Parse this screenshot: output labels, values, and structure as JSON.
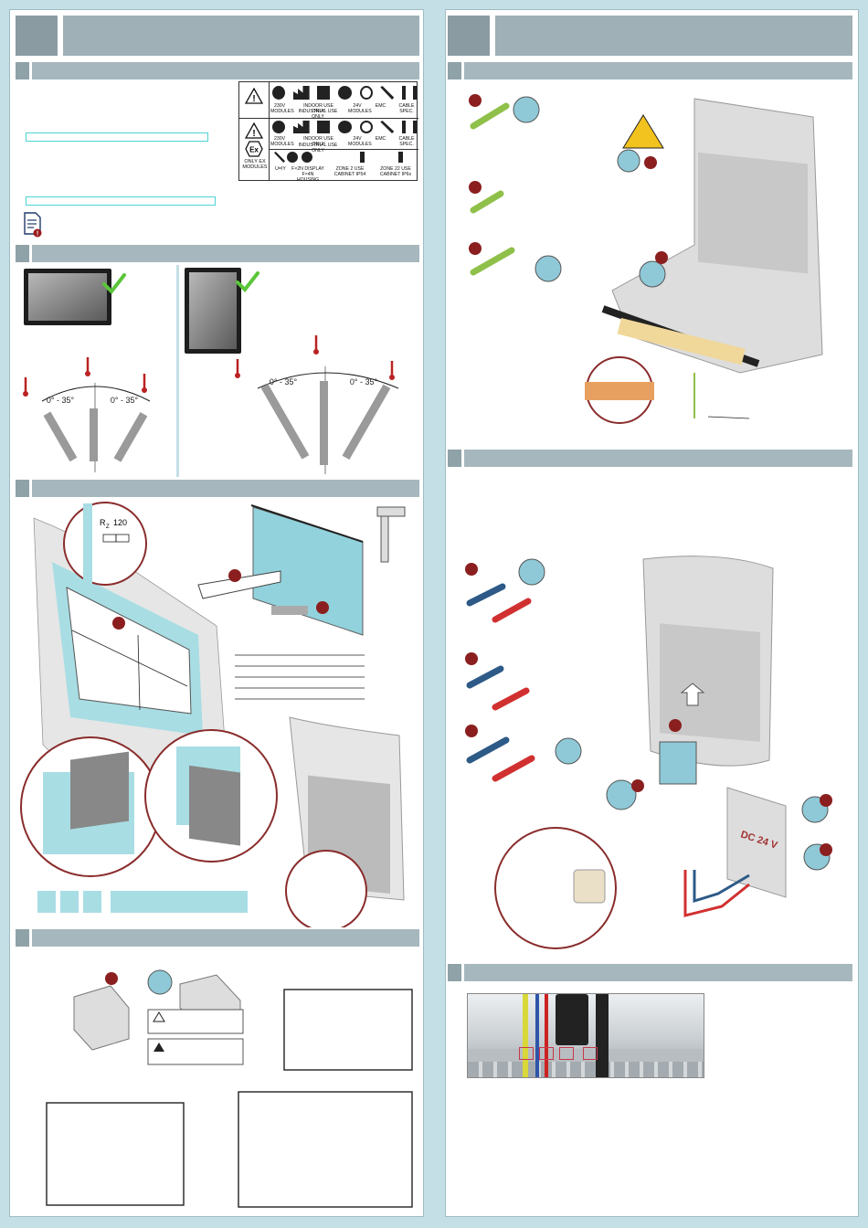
{
  "label_table": {
    "row1": [
      "230V MODULES",
      "INDOOR USE ONLY",
      "INDUSTRIAL USE ONLY",
      "24V MODULES",
      "EMC",
      "CABLE SPEC."
    ],
    "row2": [
      "230V MODULES",
      "INDOOR USE ONLY",
      "INDUSTRIAL USE ONLY",
      "24V MODULES",
      "EMC",
      "CABLE SPEC."
    ],
    "ex_note": "ONLY EX MODULES",
    "row3": [
      "U=IY",
      "F×2N DISPLAY",
      "F×4N HOUSING",
      "ZONE 2 USE CABINET IP54",
      "ZONE 22 USE CABINET IP6x"
    ]
  },
  "mounting": {
    "angle_left": "0° - 35°",
    "angle_right": "0° - 35°",
    "angle_portrait_left": "0° - 35°",
    "angle_portrait_right": "0° - 35°"
  },
  "cutout": {
    "roughness": "R",
    "roughness_sub": "Z",
    "roughness_value": "120"
  },
  "power": {
    "dc_label": "DC 24 V"
  }
}
